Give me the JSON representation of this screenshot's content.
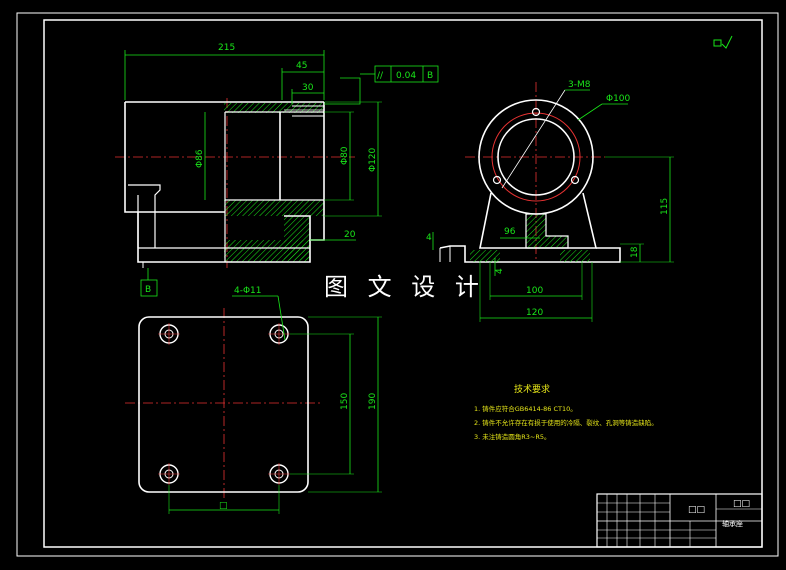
{
  "watermark": "图 文 设 计",
  "front_view": {
    "dim_215": "215",
    "dim_45": "45",
    "dim_30": "30",
    "dim_phi86": "Φ86",
    "dim_phi80": "Φ80",
    "dim_phi120": "Φ120",
    "dim_20": "20",
    "datum_label": "B"
  },
  "tolerance_frame": {
    "symbol": "//",
    "value": "0.04",
    "datum": "B"
  },
  "side_view": {
    "dim_3m8": "3-M8",
    "dim_phi100": "Φ100",
    "dim_115": "115",
    "dim_96": "96",
    "dim_18": "18",
    "dim_4a": "4",
    "dim_4b": "4",
    "dim_100": "100",
    "dim_120": "120"
  },
  "top_view": {
    "dim_4phi11": "4-Φ11",
    "dim_150": "150",
    "dim_190": "190",
    "dim_bottom": "□"
  },
  "tech_requirements": {
    "heading": "技术要求",
    "items": [
      "1. 铸件应符合GB6414-86 CT10。",
      "2. 铸件不允许存在有损于使用的冷隔、裂纹、孔洞等铸造缺陷。",
      "3. 未注铸造圆角R3~R5。"
    ]
  },
  "title_block": {
    "part_name": "□□",
    "drawing_no": "□□",
    "caption": "轴承座"
  }
}
